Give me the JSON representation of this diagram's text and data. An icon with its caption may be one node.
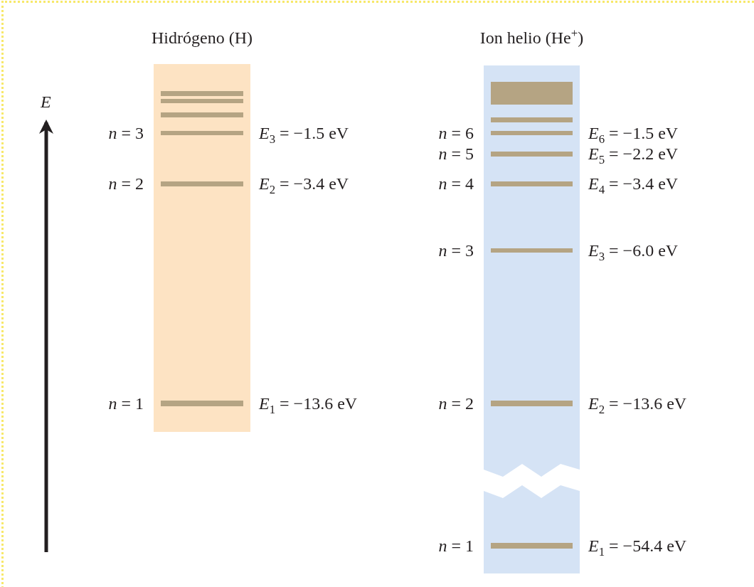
{
  "diagram": {
    "nodes": [
      {
        "text": [
          "Hidrógeno (H)"
        ]
      },
      {
        "text": [],
        "shape": "bar",
        "in": 0
      },
      {
        "text": [],
        "shape": "bar",
        "in": 0
      },
      {
        "text": [],
        "shape": "bar",
        "in": 0
      },
      {
        "text": [],
        "shape": "bar",
        "in": 0,
        "beside": [
          "*n* = 3",
          "*E*$_{3}$ = −1.5 eV"
        ]
      },
      {
        "text": [],
        "shape": "bar",
        "in": 0,
        "beside": [
          "*n* = 2",
          "*E*$_{2}$ = −3.4 eV"
        ]
      },
      {
        "text": [],
        "shape": "bar",
        "in": 0,
        "beside": [
          "*n* = 1",
          "*E*$_{1}$ = −13.6 eV"
        ]
      },
      {
        "text": [
          "Ion helio (He$^{+}$)"
        ]
      },
      {
        "text": [],
        "shape": "bar",
        "in": 7
      },
      {
        "text": [],
        "shape": "bar",
        "in": 7
      },
      {
        "text": [],
        "shape": "bar",
        "in": 7,
        "beside": [
          "*n* = 6",
          "*E*$_{6}$ = −1.5 eV"
        ]
      },
      {
        "text": [],
        "shape": "bar",
        "in": 7,
        "beside": [
          "*n* = 5",
          "*E*$_{5}$ = −2.2 eV"
        ]
      },
      {
        "text": [],
        "shape": "bar",
        "in": 7,
        "beside": [
          "*n* = 4",
          "*E*$_{4}$ = −3.4 eV"
        ]
      },
      {
        "text": [],
        "shape": "bar",
        "in": 7,
        "beside": [
          "*n* = 3",
          "*E*$_{3}$ = −6.0 eV"
        ]
      },
      {
        "text": [],
        "shape": "bar",
        "in": 7,
        "beside": [
          "*n* = 2",
          "*E*$_{2}$ = −13.6 eV"
        ]
      },
      {
        "text": [],
        "shape": "bar",
        "in": 7,
        "beside": [
          "*n* = 1",
          "*E*$_{1}$ = −54.4 eV"
        ]
      }
    ],
    "labels": [
      "E"
    ]
  }
}
